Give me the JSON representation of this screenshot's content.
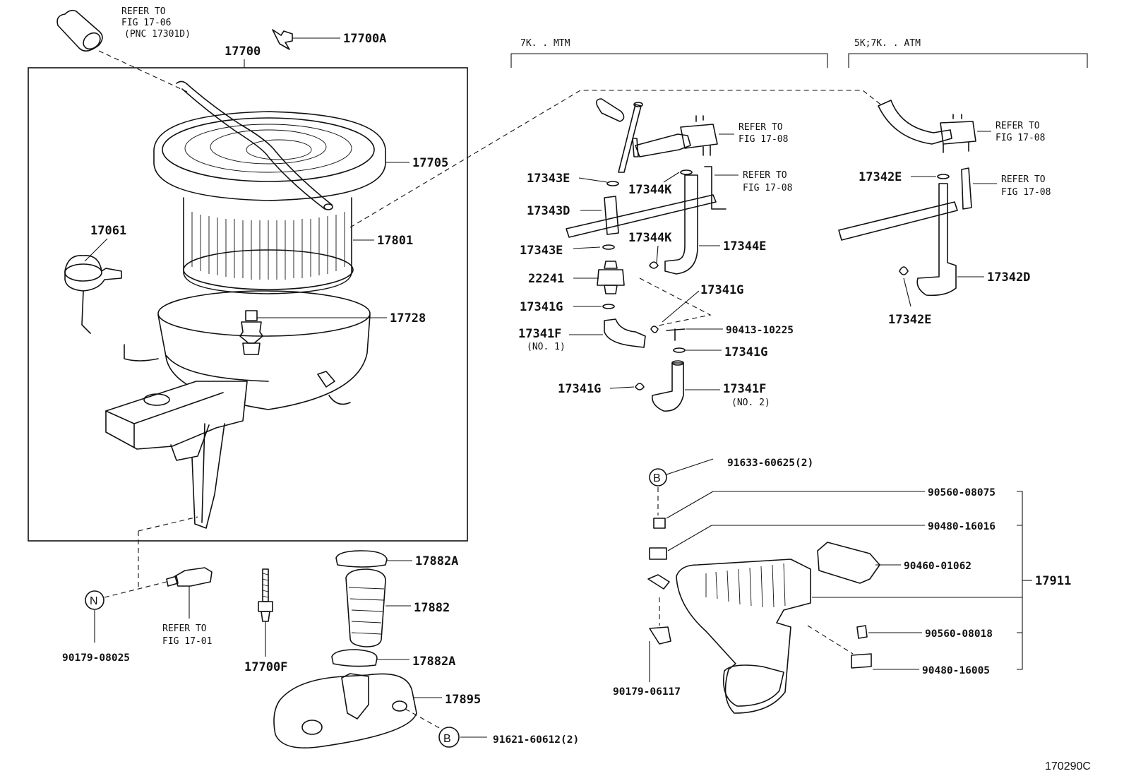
{
  "figure_id": "170290C",
  "sections": {
    "mtm": "7K. . MTM",
    "atm": "5K;7K. . ATM"
  },
  "refs": {
    "fig_17_06": [
      "REFER TO",
      "FIG 17-06",
      "(PNC 17301D)"
    ],
    "fig_17_08_a": [
      "REFER TO",
      "FIG 17-08"
    ],
    "fig_17_08_b": [
      "REFER TO",
      "FIG 17-08"
    ],
    "fig_17_08_c": [
      "REFER TO",
      "FIG 17-08"
    ],
    "fig_17_08_d": [
      "REFER TO",
      "FIG 17-08"
    ],
    "fig_17_01": [
      "REFER TO",
      "FIG 17-01"
    ]
  },
  "parts": {
    "p17700A": "17700A",
    "p17700": "17700",
    "p17705": "17705",
    "p17801": "17801",
    "p17061": "17061",
    "p17728": "17728",
    "p17343E_a": "17343E",
    "p17344K_a": "17344K",
    "p17343D": "17343D",
    "p17343E_b": "17343E",
    "p17344K_b": "17344K",
    "p17344E": "17344E",
    "p22241": "22241",
    "p17341G_a": "17341G",
    "p17341G_b": "17341G",
    "p17341F1": "17341F",
    "p17341F1_note": "(NO. 1)",
    "p90413": "90413-10225",
    "p17341G_c": "17341G",
    "p17341G_d": "17341G",
    "p17341F2": "17341F",
    "p17341F2_note": "(NO. 2)",
    "p17342E_a": "17342E",
    "p17342D": "17342D",
    "p17342E_b": "17342E",
    "p91633": "91633-60625(2)",
    "p90560_08075": "90560-08075",
    "p90480_16016": "90480-16016",
    "p90460": "90460-01062",
    "p17911": "17911",
    "p90560_08018": "90560-08018",
    "p90480_16005": "90480-16005",
    "p90179_06117": "90179-06117",
    "p17882A_a": "17882A",
    "p17882": "17882",
    "p17882A_b": "17882A",
    "p17895": "17895",
    "p91621": "91621-60612(2)",
    "p17700F": "17700F",
    "p90179_08025": "90179-08025"
  },
  "callouts": {
    "b1": "B",
    "b2": "B",
    "n": "N"
  }
}
